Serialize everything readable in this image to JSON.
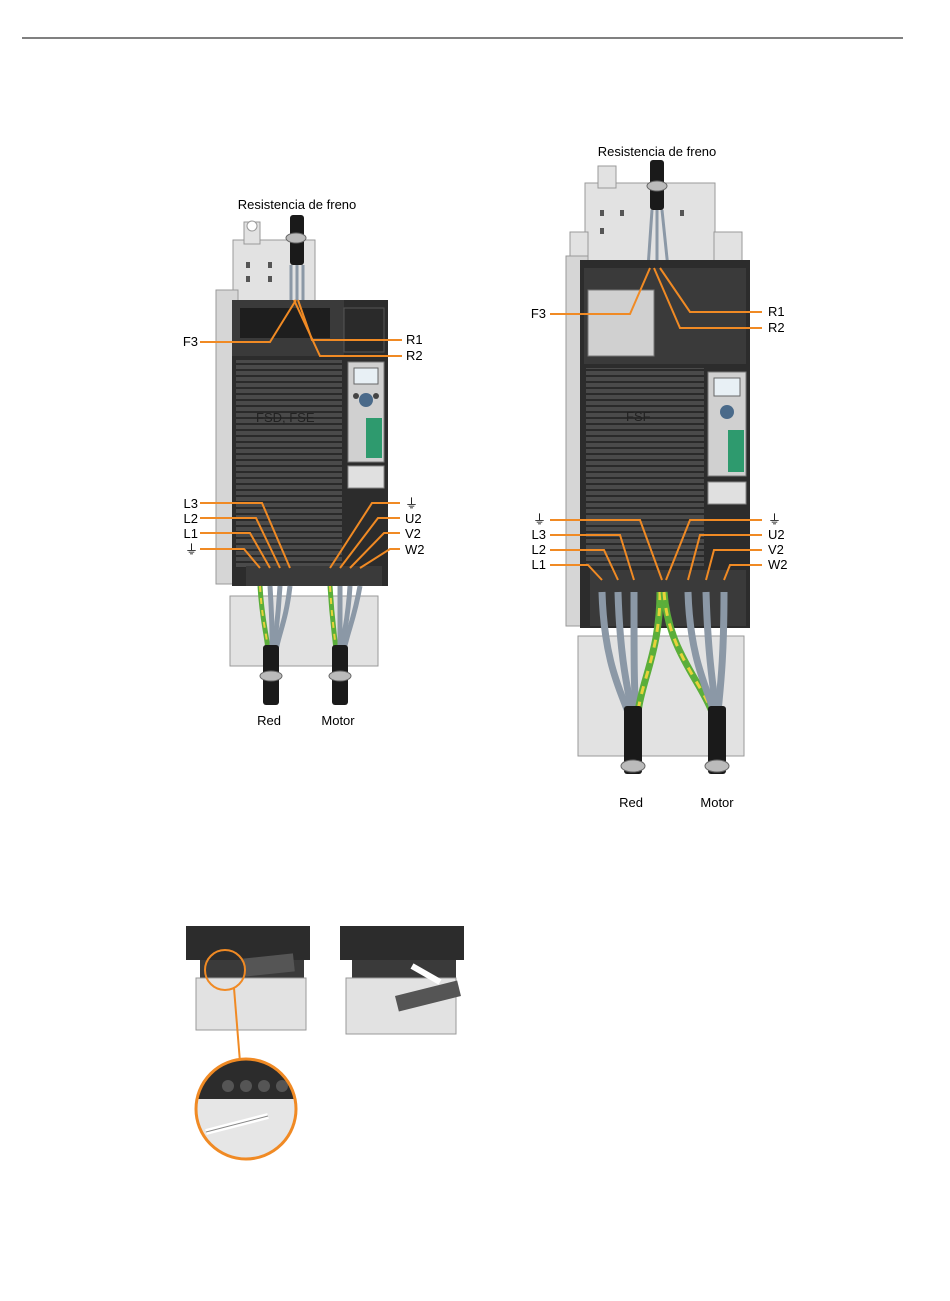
{
  "left_figure": {
    "title": "Resistencia de freno",
    "model": "FSD, FSE",
    "top_labels": {
      "left": "F3",
      "right": [
        "R1",
        "R2"
      ]
    },
    "mains_labels": [
      "L3",
      "L2",
      "L1",
      "⏚"
    ],
    "motor_labels": [
      "⏚",
      "U2",
      "V2",
      "W2"
    ],
    "bottom_left": "Red",
    "bottom_right": "Motor"
  },
  "right_figure": {
    "title": "Resistencia de freno",
    "model": "FSF",
    "top_labels": {
      "left": "F3",
      "right": [
        "R1",
        "R2"
      ]
    },
    "mains_labels": [
      "⏚",
      "L3",
      "L2",
      "L1"
    ],
    "motor_labels": [
      "⏚",
      "U2",
      "V2",
      "W2"
    ],
    "bottom_left": "Red",
    "bottom_right": "Motor"
  },
  "colors": {
    "callout": "#f08a24",
    "housing_dark": "#3a3a3a",
    "housing_light": "#d8d8d8",
    "cable_grey": "#8b98a6",
    "cable_black": "#1a1a1a",
    "earth_green": "#5bae3a",
    "earth_yellow": "#e8d23a",
    "panel_green": "#2e9a6e"
  }
}
